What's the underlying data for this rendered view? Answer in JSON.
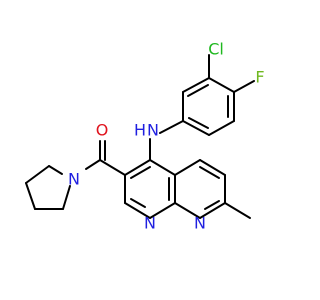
{
  "colors": {
    "bond": "#000000",
    "carbon": "#000000",
    "nitrogen": "#1f1fe0",
    "oxygen": "#e0141e",
    "chlorine": "#1fb81f",
    "fluorine": "#6fb81f",
    "background": "#ffffff"
  },
  "atoms": {
    "cl": "Cl",
    "f": "F",
    "nh_n": "N",
    "nh_h": "H",
    "o": "O",
    "n_pyrrolidine": "N",
    "n_ring1": "N",
    "n_ring2": "N"
  }
}
